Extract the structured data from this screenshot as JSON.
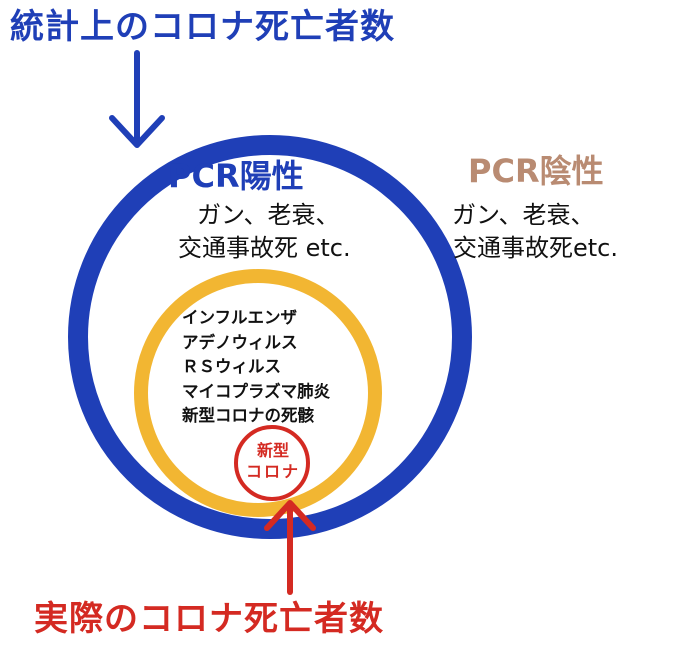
{
  "title_top": "統計上のコロナ死亡者数",
  "title_bottom": "実際のコロナ死亡者数",
  "pcr_positive": {
    "heading": "PCR陽性",
    "line1": "ガン、老衰、",
    "line2": "交通事故死 etc."
  },
  "pcr_negative": {
    "heading": "PCR陰性",
    "line1": "ガン、老衰、",
    "line2": "交通事故死etc."
  },
  "inner_causes": [
    "インフルエンザ",
    "アデノウィルス",
    "ＲＳウィルス",
    "マイコプラズマ肺炎",
    "新型コロナの死骸"
  ],
  "small_circle": {
    "line1": "新型",
    "line2": "コロナ"
  },
  "colors": {
    "blue": "#1f3fb7",
    "yellow": "#f2b632",
    "red": "#d42a22",
    "tan": "#b98b72"
  }
}
